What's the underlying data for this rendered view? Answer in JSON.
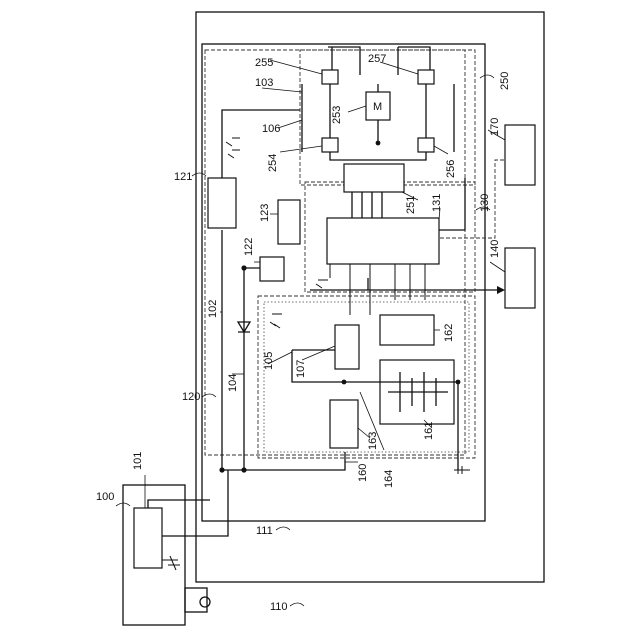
{
  "labels": {
    "l100": "100",
    "l101": "101",
    "l102": "102",
    "l103": "103",
    "l104": "104",
    "l105": "105",
    "l106": "106",
    "l107": "107",
    "l110": "110",
    "l111": "111",
    "l120": "120",
    "l121": "121",
    "l122": "122",
    "l123": "123",
    "l130": "130",
    "l131": "131",
    "l140": "140",
    "l160": "160",
    "l161": "161",
    "l162": "162",
    "l163": "163",
    "l164": "164",
    "l170": "170",
    "l250": "250",
    "l251": "251",
    "l253": "253",
    "l254": "254",
    "l255": "255",
    "l256": "256",
    "l257": "257"
  },
  "motor_symbol": "M"
}
